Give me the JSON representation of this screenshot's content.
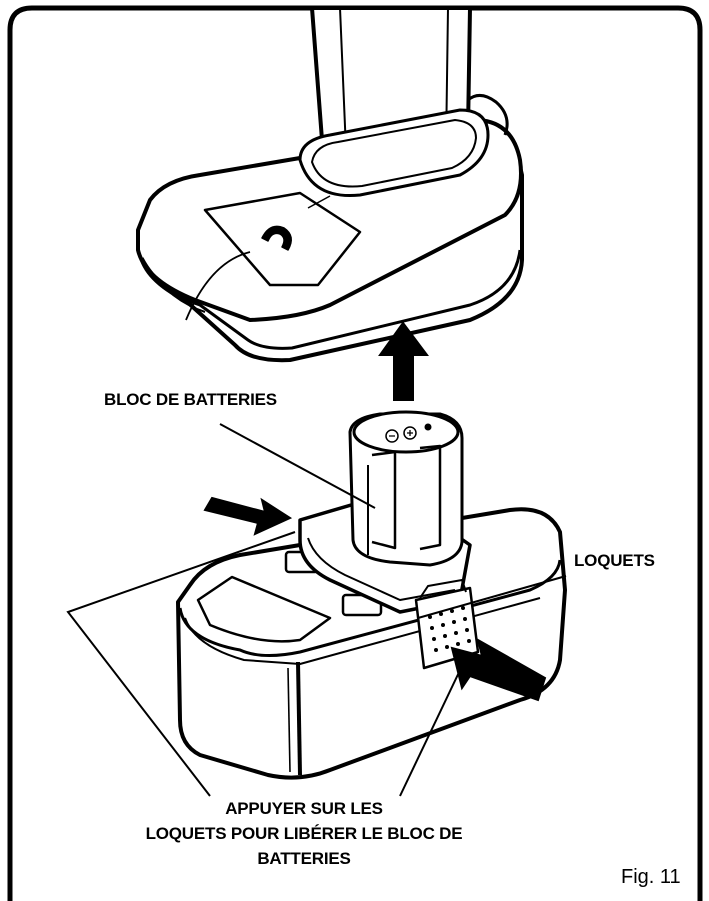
{
  "labels": {
    "battery_pack": "BLOC DE BATTERIES",
    "latches": "LOQUETS",
    "instruction_line1": "APPUYER SUR LES",
    "instruction_line2": "LOQUETS POUR LIBÉRER LE BLOC DE",
    "instruction_line3": "BATTERIES"
  },
  "figure_number": "Fig. 11",
  "colors": {
    "ink": "#000000",
    "paper": "#ffffff"
  }
}
